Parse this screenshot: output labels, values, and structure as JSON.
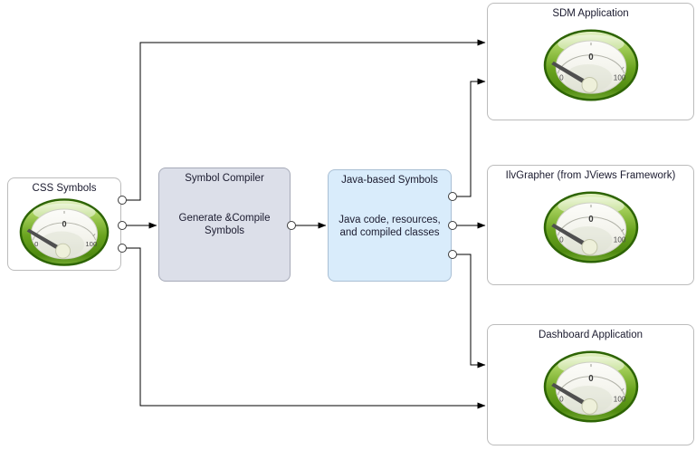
{
  "diagram": {
    "css_symbols": {
      "title": "CSS Symbols"
    },
    "symbol_compiler": {
      "title": "Symbol Compiler",
      "body_lines": [
        "Generate &Compile",
        "Symbols"
      ]
    },
    "java_symbols": {
      "title": "Java-based Symbols",
      "body_lines": [
        "Java code, resources,",
        "and compiled classes"
      ]
    },
    "sdm_application": {
      "title": "SDM Application"
    },
    "ilv_grapher": {
      "title": "IlvGrapher (from JViews Framework)"
    },
    "dashboard_application": {
      "title": "Dashboard Application"
    },
    "gauge": {
      "value": "0",
      "min_label": "0",
      "max_label": "100"
    },
    "colors": {
      "compiler_fill": "#dcdfe9",
      "compiler_border": "#a6aab8",
      "java_fill": "#d9ecfb",
      "java_border": "#a9bfd4",
      "node_border": "#bcbcbc",
      "connector": "#000000",
      "gauge_green": "#6aa41f",
      "gauge_green_dark": "#2d6404",
      "text": "#1b1b2f"
    }
  }
}
